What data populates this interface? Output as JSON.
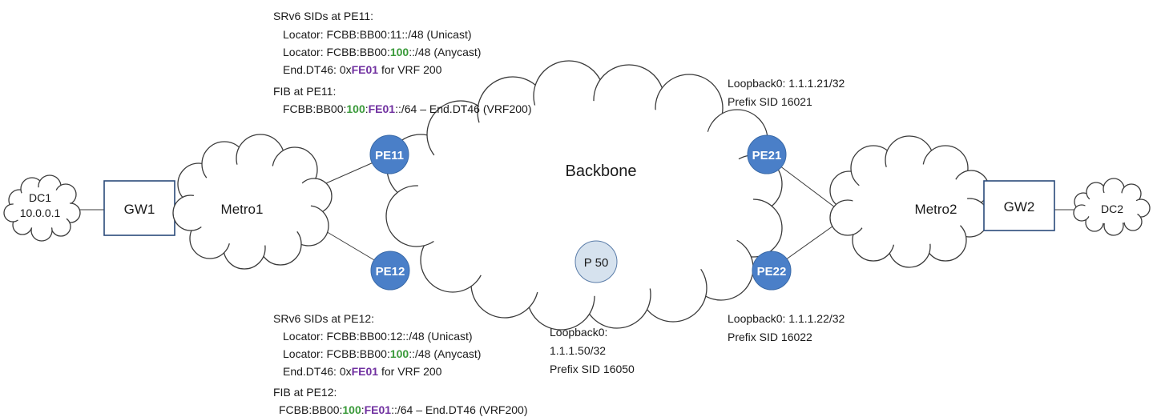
{
  "clouds": {
    "dc1": {
      "name": "DC1",
      "ip": "10.0.0.1"
    },
    "metro1": "Metro1",
    "backbone": "Backbone",
    "metro2": "Metro2",
    "dc2": "DC2"
  },
  "gateways": {
    "gw1": "GW1",
    "gw2": "GW2"
  },
  "nodes": {
    "pe11": "PE11",
    "pe12": "PE12",
    "pe21": "PE21",
    "pe22": "PE22",
    "p50": "P 50"
  },
  "pe11_info": {
    "title": "SRv6 SIDs at PE11:",
    "loc_unicast": {
      "a": "Locator: FCBB:BB00:11::/48 (Unicast)"
    },
    "loc_anycast": {
      "a": "Locator: FCBB:BB00:",
      "b": "100",
      "c": "::/48 (Anycast)"
    },
    "end_dt46": {
      "a": "End.DT46: 0x",
      "b": "FE01",
      "c": " for VRF 200"
    },
    "fib_title": "FIB at PE11:",
    "fib_entry": {
      "a": "FCBB:BB00:",
      "b": "100",
      "c": ":",
      "d": "FE01",
      "e": "::/64 – End.DT46 (VRF200)"
    }
  },
  "pe12_info": {
    "title": "SRv6 SIDs at PE12:",
    "loc_unicast": {
      "a": "Locator: FCBB:BB00:12::/48 (Unicast)"
    },
    "loc_anycast": {
      "a": "Locator: FCBB:BB00:",
      "b": "100",
      "c": "::/48 (Anycast)"
    },
    "end_dt46": {
      "a": "End.DT46: 0x",
      "b": "FE01",
      "c": " for VRF 200"
    },
    "fib_title": "FIB at PE12:",
    "fib_entry": {
      "a": "FCBB:BB00:",
      "b": "100",
      "c": ":",
      "d": "FE01",
      "e": "::/64 – End.DT46 (VRF200)"
    }
  },
  "pe21_info": {
    "loopback": "Loopback0: 1.1.1.21/32",
    "prefix_sid": "Prefix SID 16021"
  },
  "pe22_info": {
    "loopback": "Loopback0: 1.1.1.22/32",
    "prefix_sid": "Prefix SID 16022"
  },
  "p50_info": {
    "loopback": "Loopback0:",
    "ip": "1.1.1.50/32",
    "prefix_sid": "Prefix SID 16050"
  },
  "colors": {
    "pe_node": "#4a7fc8",
    "p_node": "#d6e2ee",
    "highlight_green": "#3a9a3a",
    "highlight_purple": "#7030a0"
  }
}
